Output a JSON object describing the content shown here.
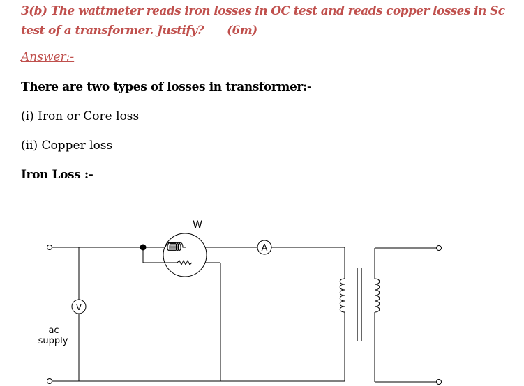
{
  "question": {
    "line1": "3(b) The wattmeter reads iron losses in OC test and reads copper losses in Sc",
    "line2_text": "test of a transformer. Justify?",
    "marks": "(6m)"
  },
  "answer_label": "Answer:-",
  "intro": "There are two types of losses in transformer:-",
  "loss_types": [
    "(i) Iron or Core loss",
    "(ii) Copper loss"
  ],
  "section_heading": "Iron Loss :-",
  "circuit": {
    "wattmeter_label": "W",
    "ammeter_label": "A",
    "voltmeter_label": "V",
    "supply_label_line1": "ac",
    "supply_label_line2": "supply"
  },
  "colors": {
    "question": "#c0504d",
    "text": "#000000"
  }
}
